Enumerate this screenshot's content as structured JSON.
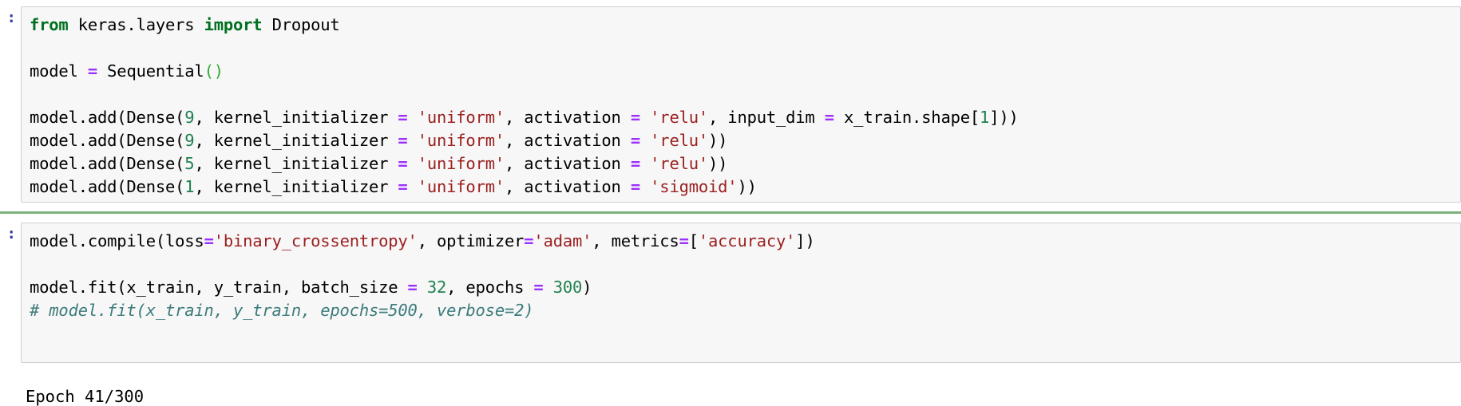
{
  "app": {
    "name": "jupyter-notebook",
    "theme": {
      "cell_background": "#f7f7f7",
      "cell_border": "#cfcfcf",
      "page_background": "#ffffff",
      "separator_green": "#7cb179",
      "prompt_blue": "#303F9F",
      "keyword_green": "#007020",
      "operator_purple": "#9B30FF",
      "string_red": "#9C2020",
      "number_green": "#208050",
      "comment_teal": "#3D7B7B"
    }
  },
  "cells": [
    {
      "id": "cell-1",
      "prompt": ":",
      "type": "code",
      "lines": [
        "from keras.layers import Dropout",
        "",
        "model = Sequential()",
        "",
        "model.add(Dense(9, kernel_initializer = 'uniform', activation = 'relu', input_dim = x_train.shape[1]))",
        "model.add(Dense(9, kernel_initializer = 'uniform', activation = 'relu'))",
        "model.add(Dense(5, kernel_initializer = 'uniform', activation = 'relu'))",
        "model.add(Dense(1, kernel_initializer = 'uniform', activation = 'sigmoid'))"
      ],
      "tokens": {
        "l1": {
          "kw_from": "from",
          "mod": " keras.layers ",
          "kw_import": "import",
          "name": " Dropout"
        },
        "l3": {
          "name": "model ",
          "op": "=",
          "call": " Sequential",
          "paren": "()"
        },
        "l5": {
          "head": "model.add(Dense(",
          "units": "9",
          "arg1": ", kernel_initializer ",
          "eq1": "=",
          "val1": " 'uniform'",
          "arg2": ", activation ",
          "eq2": "=",
          "val2": " 'relu'",
          "arg3": ", input_dim ",
          "eq3": "=",
          "val3": " x_train.shape[",
          "idx": "1",
          "tail": "]))"
        },
        "l6": {
          "head": "model.add(Dense(",
          "units": "9",
          "arg1": ", kernel_initializer ",
          "eq1": "=",
          "val1": " 'uniform'",
          "arg2": ", activation ",
          "eq2": "=",
          "val2": " 'relu'",
          "tail": "))"
        },
        "l7": {
          "head": "model.add(Dense(",
          "units": "5",
          "arg1": ", kernel_initializer ",
          "eq1": "=",
          "val1": " 'uniform'",
          "arg2": ", activation ",
          "eq2": "=",
          "val2": " 'relu'",
          "tail": "))"
        },
        "l8": {
          "head": "model.add(Dense(",
          "units": "1",
          "arg1": ", kernel_initializer ",
          "eq1": "=",
          "val1": " 'uniform'",
          "arg2": ", activation ",
          "eq2": "=",
          "val2": " 'sigmoid'",
          "tail": "))"
        }
      }
    },
    {
      "id": "cell-2",
      "prompt": ":",
      "type": "code",
      "lines": [
        "model.compile(loss='binary_crossentropy', optimizer='adam', metrics=['accuracy'])",
        "",
        "model.fit(x_train, y_train, batch_size = 32, epochs = 300)",
        "# model.fit(x_train, y_train, epochs=500, verbose=2)"
      ],
      "tokens": {
        "l1": {
          "head": "model.compile(loss",
          "eq1": "=",
          "val1": "'binary_crossentropy'",
          "arg2": ", optimizer",
          "eq2": "=",
          "val2": "'adam'",
          "arg3": ", metrics",
          "eq3": "=",
          "open": "[",
          "val3": "'accuracy'",
          "tail": "])"
        },
        "l3": {
          "head": "model.fit(x_train, y_train, batch_size ",
          "eq1": "=",
          "val1": " 32",
          "arg2": ", epochs ",
          "eq2": "=",
          "val2": " 300",
          "tail": ")"
        },
        "l4": {
          "comment": "# model.fit(x_train, y_train, epochs=500, verbose=2)"
        }
      }
    }
  ],
  "output": {
    "clipped_text": "Epoch 41/300"
  }
}
